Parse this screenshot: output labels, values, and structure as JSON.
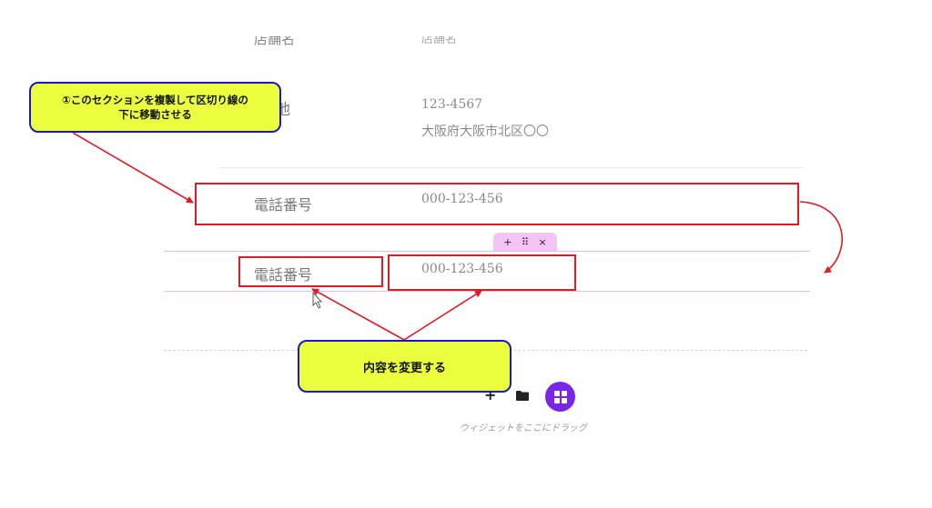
{
  "rows": {
    "cut_top": {
      "label": "店舗名",
      "value": "店舗名"
    },
    "address": {
      "label": "所在地",
      "label_visible": "地",
      "zip": "123-4567",
      "line": "大阪府大阪市北区〇〇"
    },
    "phone_original": {
      "label": "電話番号",
      "value": "000-123-456"
    },
    "phone_duplicate": {
      "label": "電話番号",
      "value": "000-123-456"
    }
  },
  "section_handle": {
    "add": "+",
    "drag": "⠿",
    "close": "×"
  },
  "widget_area": {
    "add": "+",
    "hint": "ウィジェットをここにドラッグ"
  },
  "callouts": {
    "step1_line1": "①このセクションを複製して区切り線の",
    "step1_line2": "下に移動させる",
    "step2": "内容を変更する"
  },
  "colors": {
    "annotation_red": "#e01b24",
    "callout_fill": "#ecff3f",
    "callout_border": "#1b1bbb",
    "section_pink": "#f2b8f2",
    "widget_purple": "#7a26e6"
  }
}
